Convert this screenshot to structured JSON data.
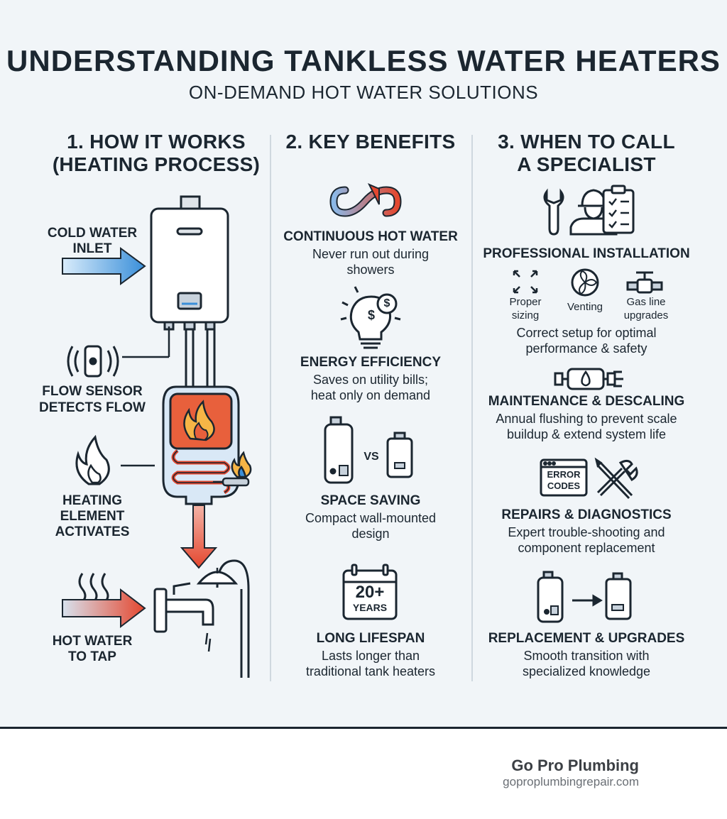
{
  "title": "UNDERSTANDING TANKLESS WATER HEATERS",
  "subtitle": "ON-DEMAND HOT WATER SOLUTIONS",
  "col1": {
    "heading1": "1. HOW IT WORKS",
    "heading2": "(HEATING PROCESS)",
    "cold_1": "COLD WATER",
    "cold_2": "INLET",
    "flow_1": "FLOW SENSOR",
    "flow_2": "DETECTS FLOW",
    "heat_1": "HEATING",
    "heat_2": "ELEMENT",
    "heat_3": "ACTIVATES",
    "hot_1": "HOT WATER",
    "hot_2": "TO TAP"
  },
  "col2": {
    "heading": "2. KEY BENEFITS",
    "b1_title": "CONTINUOUS HOT WATER",
    "b1_l1": "Never run out during",
    "b1_l2": "showers",
    "b2_title": "ENERGY EFFICIENCY",
    "b2_l1": "Saves on utility bills;",
    "b2_l2": "heat only on demand",
    "vs": "VS",
    "b3_title": "SPACE SAVING",
    "b3_l1": "Compact wall-mounted",
    "b3_l2": "design",
    "cal_num": "20+",
    "cal_unit": "YEARS",
    "b4_title": "LONG LIFESPAN",
    "b4_l1": "Lasts longer than",
    "b4_l2": "traditional tank heaters"
  },
  "col3": {
    "heading1": "3. WHEN TO CALL",
    "heading2": "A SPECIALIST",
    "s1_title": "PROFESSIONAL INSTALLATION",
    "sizing_1": "Proper",
    "sizing_2": "sizing",
    "venting": "Venting",
    "gas_1": "Gas line",
    "gas_2": "upgrades",
    "s1_l1": "Correct setup for optimal",
    "s1_l2": "performance & safety",
    "s2_title": "MAINTENANCE & DESCALING",
    "s2_l1": "Annual flushing to prevent scale",
    "s2_l2": "buildup & extend system life",
    "err_1": "ERROR",
    "err_2": "CODES",
    "s3_title": "REPAIRS & DIAGNOSTICS",
    "s3_l1": "Expert trouble-shooting and",
    "s3_l2": "component replacement",
    "s4_title": "REPLACEMENT & UPGRADES",
    "s4_l1": "Smooth transition with",
    "s4_l2": "specialized knowledge"
  },
  "footer": {
    "brand": "Go Pro Plumbing",
    "url": "goproplumbingrepair.com"
  },
  "colors": {
    "ink": "#1b2630",
    "cold": "#3a8fd9",
    "hot": "#e4472f",
    "background": "#f1f5f8"
  }
}
